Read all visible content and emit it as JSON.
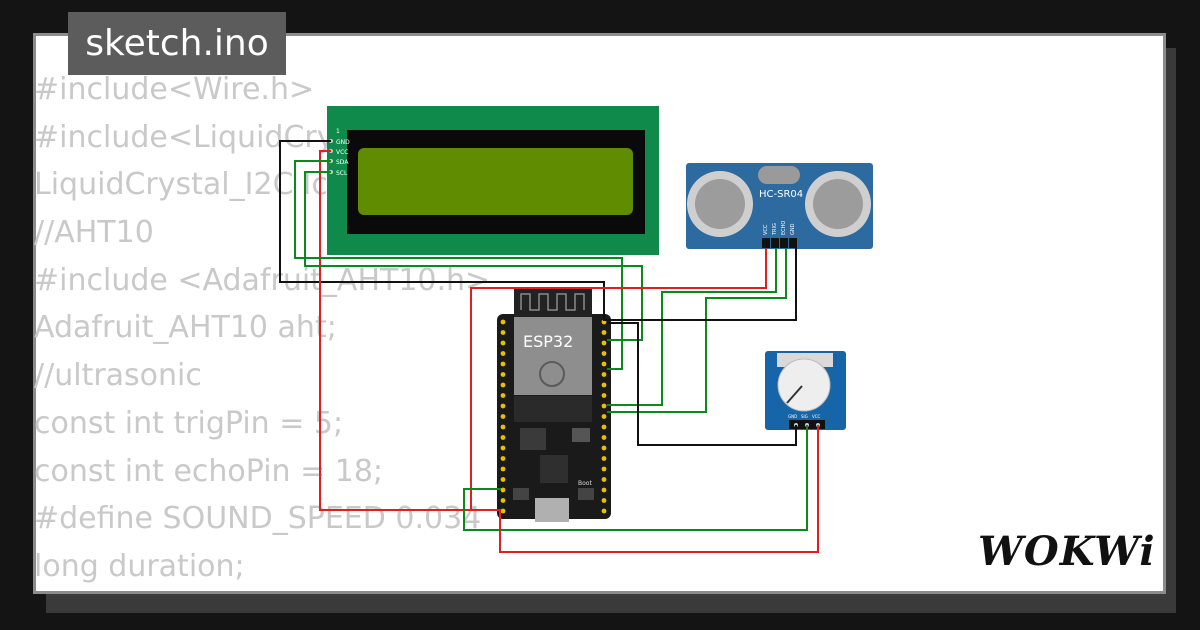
{
  "header": {
    "title": "sketch.ino"
  },
  "code_lines": [
    "#include<Wire.h>",
    "#include<LiquidCrystal_I2C.h>",
    "LiquidCrystal_I2C lcd(0x27,16,2);",
    "//AHT10",
    "#include <Adafruit_AHT10.h>",
    "Adafruit_AHT10 aht;",
    "//ultrasonic",
    "const int trigPin = 5;",
    "const int echoPin = 18;",
    "#define SOUND_SPEED 0.034",
    "long duration;"
  ],
  "components": {
    "lcd": {
      "pins": [
        "1",
        "GND",
        "VCC",
        "SDA",
        "SCL"
      ],
      "board_color": "#0f8a4a",
      "screen_color": "#5f8c00"
    },
    "ultrasonic": {
      "label": "HC-SR04",
      "pins": [
        "VCC",
        "TRIG",
        "ECHO",
        "GND"
      ],
      "board_color": "#2d6aa0"
    },
    "esp32": {
      "label": "ESP32",
      "boot_label": "Boot",
      "board_color": "#1a1a1a"
    },
    "potentiometer": {
      "pins": [
        "GND",
        "SIG",
        "VCC"
      ],
      "board_color": "#1565a8"
    }
  },
  "wire_colors": {
    "red": "#e02020",
    "green": "#0a8a1a",
    "black": "#111111"
  },
  "brand": {
    "logo": "WOKWi"
  }
}
